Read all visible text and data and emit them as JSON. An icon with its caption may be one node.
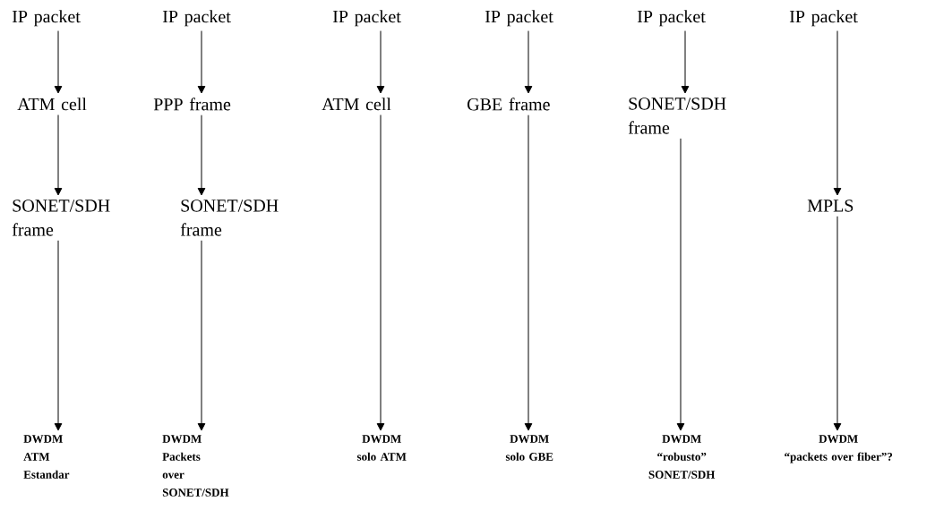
{
  "diagram": {
    "nodes": [
      {
        "text": [
          "IP packet"
        ]
      },
      {
        "text": [
          "ATM cell"
        ]
      },
      {
        "text": [
          "SONET/SDH frame"
        ]
      },
      {
        "text": [
          "DWDM",
          "ATM Estandar"
        ]
      },
      {
        "text": [
          "IP packet"
        ]
      },
      {
        "text": [
          "PPP frame"
        ]
      },
      {
        "text": [
          "SONET/SDH frame"
        ]
      },
      {
        "text": [
          "DWDM",
          "Packets over SONET/SDH"
        ]
      },
      {
        "text": [
          "IP packet"
        ]
      },
      {
        "text": [
          "ATM cell"
        ]
      },
      {
        "text": [
          "DWDM",
          "solo ATM"
        ]
      },
      {
        "text": [
          "IP packet"
        ]
      },
      {
        "text": [
          "GBE frame"
        ]
      },
      {
        "text": [
          "DWDM",
          "solo GBE"
        ]
      },
      {
        "text": [
          "IP packet"
        ]
      },
      {
        "text": [
          "SONET/SDH frame"
        ]
      },
      {
        "text": [
          "DWDM",
          "“robusto” SONET/SDH"
        ]
      },
      {
        "text": [
          "IP packet"
        ]
      },
      {
        "text": [
          "MPLS"
        ]
      },
      {
        "text": [
          "DWDM",
          "“packets over fiber”?"
        ]
      }
    ],
    "edges": [
      {
        "from": 0,
        "to": 1,
        "arrow": "to"
      },
      {
        "from": 1,
        "to": 2,
        "arrow": "to"
      },
      {
        "from": 2,
        "to": 3,
        "arrow": "to"
      },
      {
        "from": 4,
        "to": 5,
        "arrow": "to"
      },
      {
        "from": 5,
        "to": 6,
        "arrow": "to"
      },
      {
        "from": 6,
        "to": 7,
        "arrow": "to"
      },
      {
        "from": 8,
        "to": 9,
        "arrow": "to"
      },
      {
        "from": 9,
        "to": 10,
        "arrow": "to"
      },
      {
        "from": 11,
        "to": 12,
        "arrow": "to"
      },
      {
        "from": 12,
        "to": 13,
        "arrow": "to"
      },
      {
        "from": 14,
        "to": 15,
        "arrow": "to"
      },
      {
        "from": 15,
        "to": 16,
        "arrow": "to"
      },
      {
        "from": 17,
        "to": 18,
        "arrow": "to"
      },
      {
        "from": 18,
        "to": 19,
        "arrow": "to"
      }
    ]
  }
}
